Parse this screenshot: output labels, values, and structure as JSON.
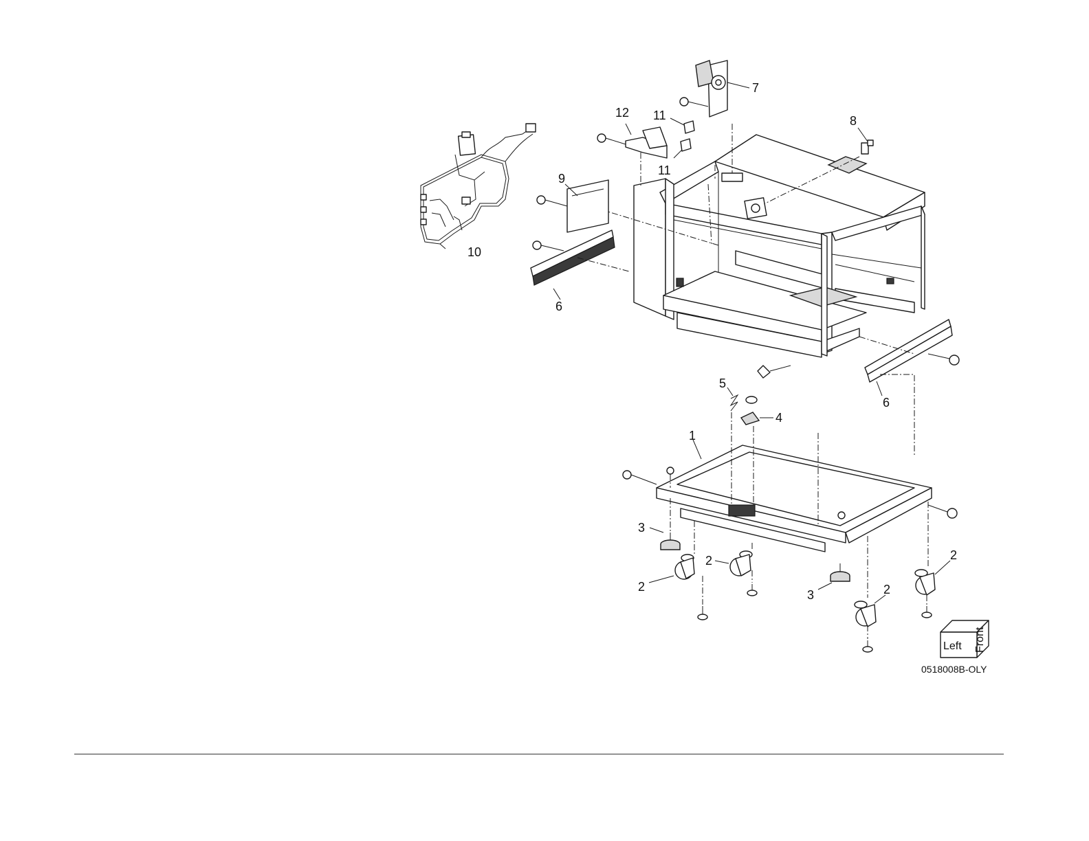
{
  "diagram": {
    "callouts": {
      "c1": "1",
      "c2a": "2",
      "c2b": "2",
      "c2c": "2",
      "c2d": "2",
      "c3a": "3",
      "c3b": "3",
      "c4": "4",
      "c5": "5",
      "c6a": "6",
      "c6b": "6",
      "c7": "7",
      "c8": "8",
      "c9": "9",
      "c10": "10",
      "c11a": "11",
      "c11b": "11",
      "c12": "12"
    },
    "orientation": {
      "left": "Left",
      "front": "Front"
    },
    "figure_id": "0518008B-OLY"
  }
}
